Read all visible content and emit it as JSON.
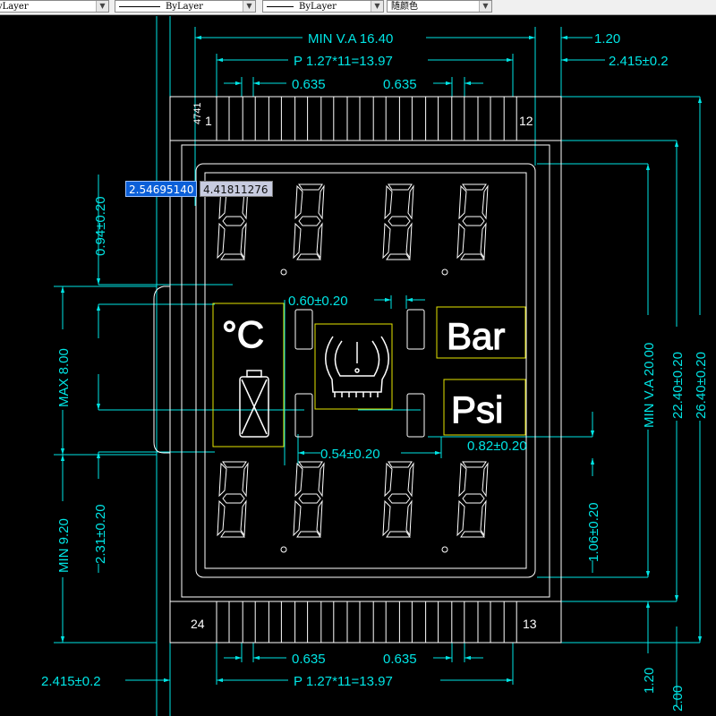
{
  "toolbar": {
    "layer_combo": "yLayer",
    "linetype_combo": "ByLayer",
    "lineweight_combo": "ByLayer",
    "color_combo": "随颜色"
  },
  "dimensions": {
    "min_va_width": "MIN  V.A  16.40",
    "pitch_top": "P  1.27*11=13.97",
    "pitch_bottom": "P  1.27*11=13.97",
    "pin_width_top_left": "0.635",
    "pin_width_top_right": "0.635",
    "pin_width_bottom_left": "0.635",
    "pin_width_bottom_right": "0.635",
    "edge_offset": "1.20",
    "edge_margin_top": "2.415±0.2",
    "edge_margin_bottom": "2.415±0.2",
    "seg_gap_top": "0.60±0.20",
    "seg_gap_mid": "0.54±0.20",
    "seg_gap_right": "0.82±0.20",
    "digit_height_top": "0.94±0.20",
    "max_height": "MAX  8.00",
    "min_height": "MIN  9.20",
    "digit_height_bottom": "2.31±0.20",
    "small_height": "1.06±0.20",
    "min_va_height": "MIN  V.A  20.00",
    "outer_height": "22.40±0.20",
    "total_height": "26.40±0.20",
    "bottom_offset_a": "1.20",
    "bottom_offset_b": "2.00"
  },
  "part": {
    "code": "4741",
    "pin_first_top": "1",
    "pin_last_top": "12",
    "pin_first_bottom": "24",
    "pin_last_bottom": "13"
  },
  "icons": {
    "celsius": "°C",
    "bar": "Bar",
    "psi": "Psi"
  },
  "coords": {
    "x": "2.54695140",
    "y": "4.41811276"
  },
  "colors": {
    "background": "#000000",
    "dimension": "#00e5e5",
    "outline": "#ffffff",
    "highlight": "#e6e600",
    "coord_x_bg": "#0b5fd8"
  }
}
